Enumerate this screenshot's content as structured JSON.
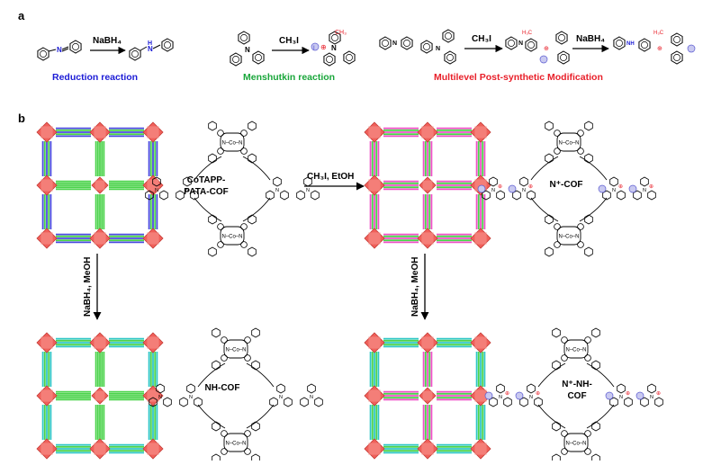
{
  "panel_a": {
    "label": "a",
    "reactions": [
      {
        "reagent": "NaBH₄",
        "title": "Reduction reaction",
        "title_color": "#1c1cd6"
      },
      {
        "reagent": "CH₃I",
        "title": "Menshutkin reaction",
        "title_color": "#19a63a"
      },
      {
        "reagent1": "CH₃I",
        "reagent2": "NaBH₄",
        "title": "Multilevel Post-synthetic Modification",
        "title_color": "#e8202a"
      }
    ],
    "mol_labels": {
      "n": "N",
      "nh": "H",
      "ch3": "CH₃",
      "h3c": "H₃C",
      "nh_full": "NH",
      "iodide": "I",
      "plus": "⊕"
    }
  },
  "panel_b": {
    "label": "b",
    "frameworks": [
      {
        "name1": "CoTAPP-",
        "name2": "PATA-COF",
        "linker_color": "#4a4ae0"
      },
      {
        "name1": "N⁺-COF",
        "name2": "",
        "linker_color": "#e040c8"
      },
      {
        "name1": "NH-COF",
        "name2": "",
        "linker_color": "#2fc7c7"
      },
      {
        "name1": "N⁺-NH-",
        "name2": "COF",
        "linker_color": "#2fc7c7"
      }
    ],
    "arrows": {
      "right": {
        "line1": "CH₃I, EtOH"
      },
      "down_left": {
        "line1": "NaBH₄, MeOH"
      },
      "down_right": {
        "line1": "NaBH₄, MeOH"
      }
    },
    "porphyrin_core": "N–Co–N",
    "node_color": "#f0605a",
    "green_linker": "#4bd34b",
    "pink_linker": "#f050c8"
  }
}
